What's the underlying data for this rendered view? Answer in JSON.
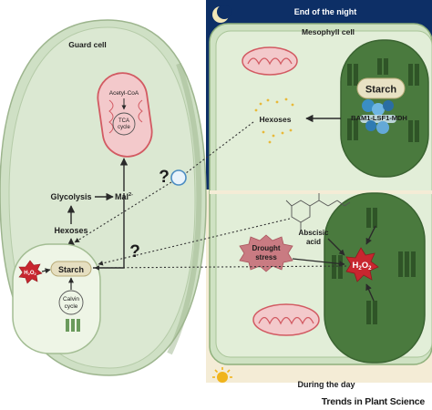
{
  "header": {
    "night_label": "End of the night",
    "day_label": "During the day"
  },
  "guard_cell": {
    "title": "Guard cell",
    "mito_acetyl": "Acetyl-CoA",
    "mito_tca_1": "TCA",
    "mito_tca_2": "cycle",
    "glycolysis": "Glycolysis",
    "malate": "Mal",
    "malate_sup": "2-",
    "hexoses": "Hexoses",
    "starch": "Starch",
    "h2o2": "H",
    "calvin_1": "Calvin",
    "calvin_2": "cycle",
    "question_1": "?",
    "question_2": "?"
  },
  "mesophyll_cell": {
    "title": "Mesophyll cell",
    "hexoses": "Hexoses",
    "starch": "Starch",
    "enzyme_complex": "BAM1-LSF1-MDH",
    "abscisic_1": "Abscisic",
    "abscisic_2": "acid",
    "drought_1": "Drought",
    "drought_2": "stress",
    "h2o2": "H"
  },
  "footer": {
    "source": "Trends in Plant Science"
  },
  "colors": {
    "night_panel": "#0d2f66",
    "day_panel": "#f4ecd6",
    "cell_green": "#dbe8d2",
    "cell_border": "#9db58e",
    "chloroplast": "#4a7a3e",
    "mito_fill": "#f3c9cb",
    "mito_border": "#d25a62",
    "h2o2_red": "#c8262f"
  }
}
